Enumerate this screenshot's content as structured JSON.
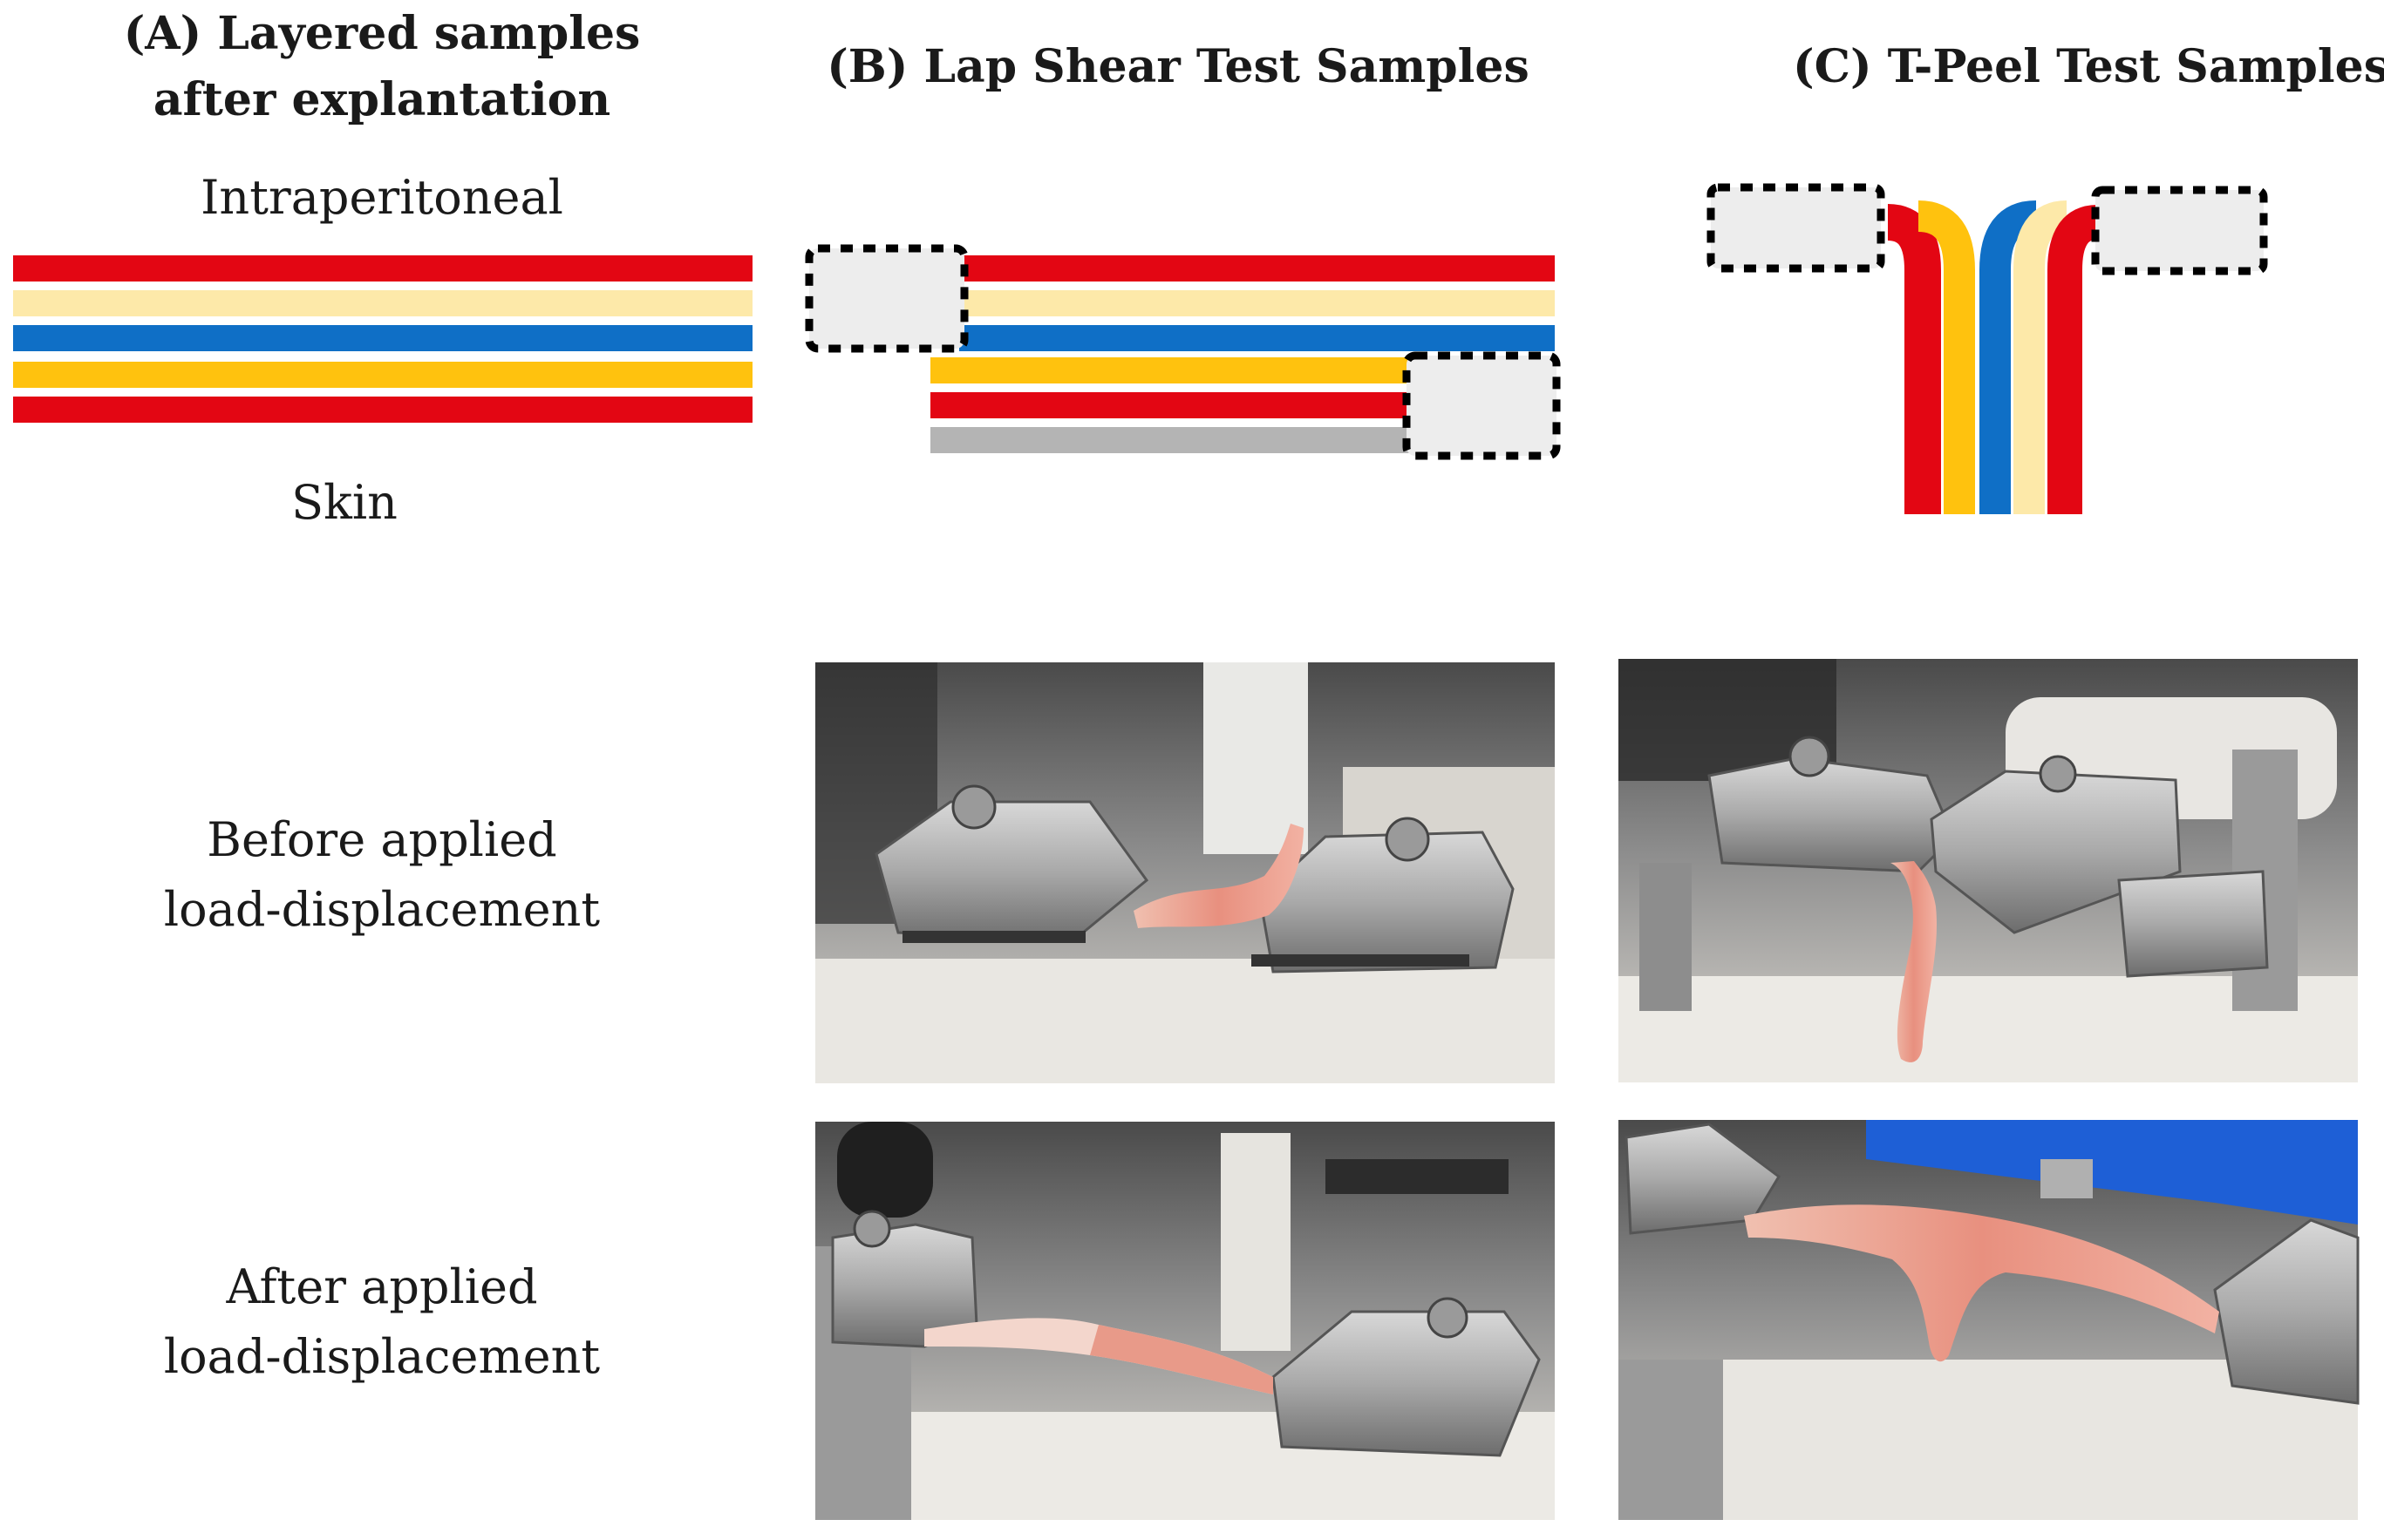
{
  "panel_a": {
    "title_line1": "(A)  Layered samples",
    "title_line2": "after explantation",
    "top_label": "Intraperitoneal",
    "bottom_label": "Skin"
  },
  "panel_b": {
    "title": "(B)  Lap Shear Test Samples"
  },
  "panel_c": {
    "title": "(C)  T-Peel Test Samples"
  },
  "rows": {
    "before_line1": "Before applied",
    "before_line2": "load-displacement",
    "after_line1": "After applied",
    "after_line2": "load-displacement"
  },
  "colors": {
    "red": "#e30613",
    "light_yellow": "#fde9a9",
    "blue": "#0f6fc6",
    "orange_yellow": "#ffc20e",
    "gray": "#b4b4b4",
    "grip_fill": "#ededed"
  },
  "photos": [
    {
      "name": "lap-shear-before-photo"
    },
    {
      "name": "t-peel-before-photo"
    },
    {
      "name": "lap-shear-after-photo"
    },
    {
      "name": "t-peel-after-photo"
    }
  ]
}
